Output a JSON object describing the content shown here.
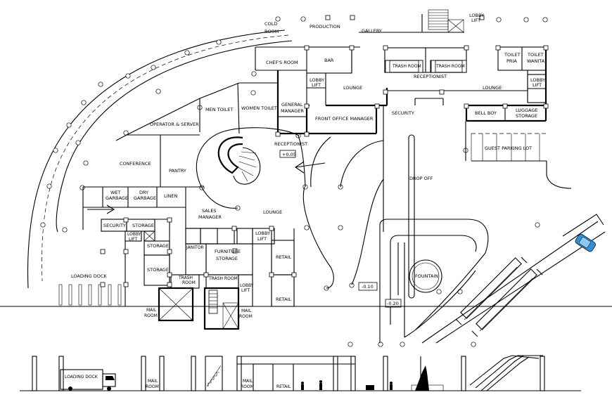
{
  "labels": {
    "cold_room_1": "COLD",
    "cold_room_2": "ROOM",
    "production": "PRODUCTION",
    "gallery": "GALLERY",
    "lobby_lift_top_1": "LOBBY",
    "lobby_lift_top_2": "LIFT",
    "chefs_room": "CHEF'S ROOM",
    "bar": "BAR",
    "trash_room_a": "TRASH ROOM",
    "trash_room_b": "TRASH ROOM",
    "toilet_pria_1": "TOILET",
    "toilet_pria_2": "PRIA",
    "toilet_wanita_1": "TOILET",
    "toilet_wanita_2": "WANITA",
    "receptionist_top": "RECEPTIONIST",
    "lobby_lift_mid_1": "LOBBY",
    "lobby_lift_mid_2": "LIFT",
    "lounge_left": "LOUNGE",
    "lounge_right": "LOUNGE",
    "lobby_lift_right_1": "LOBBY",
    "lobby_lift_right_2": "LIFT",
    "men_toilet": "MEN TOILET",
    "women_toilet": "WOMEN TOILET",
    "general_manager_1": "GENERAL",
    "general_manager_2": "MANAGER",
    "front_office_manager": "FRONT OFFICE MANAGER",
    "security_top": "SECURITY",
    "bell_boy": "BELL BOY",
    "luggage_storage_1": "LUGGAGE",
    "luggage_storage_2": "STORAGE",
    "operator_server": "OPERATOR & SERVER",
    "receptionist_center": "RECEPTIONIST",
    "level_005": "+0.05",
    "guest_parking_lot": "GUEST PARKING LOT",
    "conference": "CONFERENCE",
    "pantry": "PANTRY",
    "drop_off": "DROP OFF",
    "wet_garbage_1": "WET",
    "wet_garbage_2": "GARBAGE",
    "dry_garbage_1": "DRY",
    "dry_garbage_2": "GARBAGE",
    "linen": "LINEN",
    "sales_manager_1": "SALES",
    "sales_manager_2": "MANAGER",
    "lounge_center": "LOUNGE",
    "security_left": "SECURITY",
    "storage_top": "STORAGE",
    "lobby_lift_left_1": "LOBBY",
    "lobby_lift_left_2": "LIFT",
    "lobby_lift_center_1": "LOBBY",
    "lobby_lift_center_2": "LIFT",
    "storage_mid": "STORAGE",
    "janitor": "JANITOR",
    "furniture_storage_1": "FURNITURE",
    "furniture_storage_2": "STORAGE",
    "retail_upper": "RETAIL",
    "fountain": "FOUNTAIN",
    "loading_dock": "LOADING DOCK",
    "storage_low": "STORAGE",
    "trash_room_left_1": "TRASH",
    "trash_room_left_2": "ROOM",
    "trash_room_center": "TRASH ROOM",
    "lobby_lift_low_1": "LOBBY",
    "lobby_lift_low_2": "LIFT",
    "level_010": "-0.10",
    "retail_lower": "RETAIL",
    "level_020": "-0.20",
    "mail_room_left_1": "MAIL",
    "mail_room_left_2": "ROOM",
    "mail_room_right_1": "MAIL",
    "mail_room_right_2": "ROOM",
    "elev_loading_dock": "LOADING DOCK",
    "elev_mail_room_a_1": "MAIL",
    "elev_mail_room_a_2": "ROOM",
    "elev_mail_room_b_1": "MAIL",
    "elev_mail_room_b_2": "ROOM",
    "elev_retail": "RETAIL"
  },
  "colors": {
    "line": "#000000",
    "background": "#ffffff",
    "car_fill": "#2f8fd8"
  }
}
